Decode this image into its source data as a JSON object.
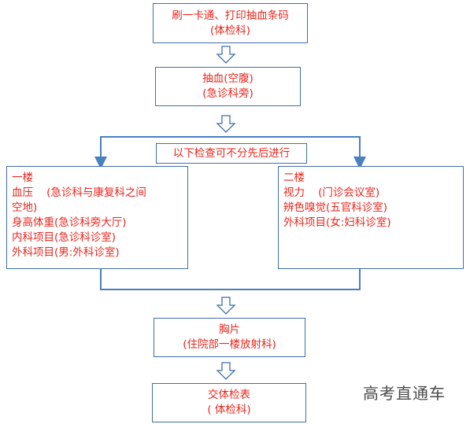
{
  "step1": {
    "line1": "刷一卡通、打印抽血条码",
    "line2": "(体检科)"
  },
  "step2": {
    "line1": "抽血(空腹)",
    "line2": "(急诊科旁)"
  },
  "note": {
    "text": "以下检查可不分先后进行"
  },
  "floor1": {
    "title": "一楼",
    "items": [
      "血压    (急诊科与康复科之间",
      "空地)",
      "身高体重(急诊科旁大厅)",
      "内科项目(急诊科诊室)",
      "外科项目(男:外科诊室)"
    ]
  },
  "floor2": {
    "title": "二楼",
    "items": [
      "视力    (门诊会议室)",
      "辨色嗅觉(五官科诊室)",
      "外科项目(女:妇科诊室)"
    ]
  },
  "step4": {
    "line1": "胸片",
    "line2": "(住院部一楼放射科)"
  },
  "step5": {
    "line1": "交体检表",
    "line2": "( 体检科)"
  },
  "watermark": "高考直通车"
}
